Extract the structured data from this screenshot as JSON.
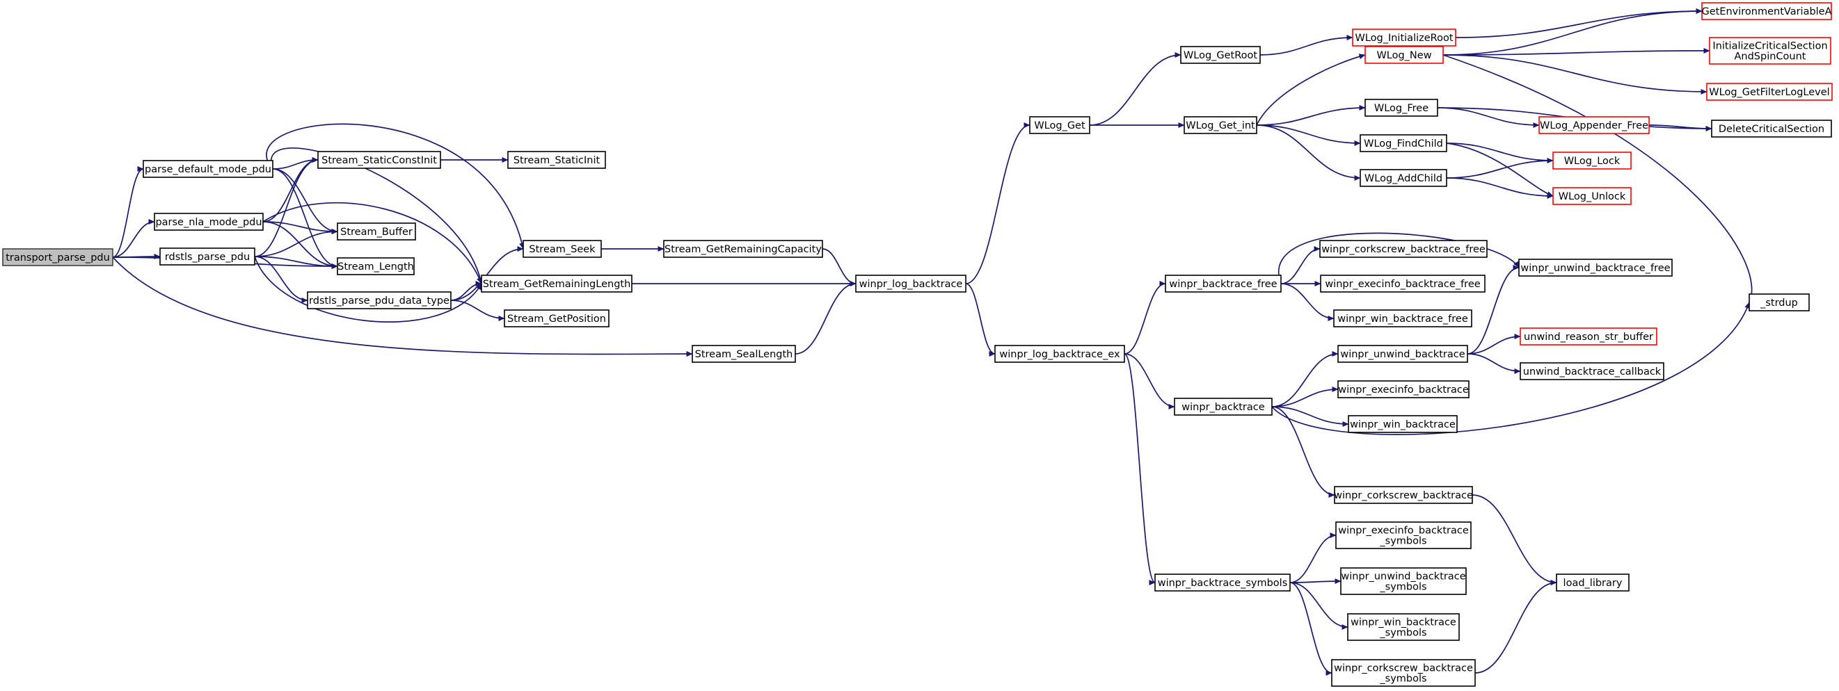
{
  "colors": {
    "edge": "#191970",
    "node_border": "#000000",
    "truncated_node_border": "#ff0000",
    "root_fill": "#bfbfbf",
    "background": "#ffffff"
  },
  "nodes": {
    "transport_parse_pdu": {
      "label": "transport_parse_pdu",
      "style": "root"
    },
    "parse_default_mode_pdu": {
      "label": "parse_default_mode_pdu",
      "style": "normal"
    },
    "parse_nla_mode_pdu": {
      "label": "parse_nla_mode_pdu",
      "style": "normal"
    },
    "rdstls_parse_pdu": {
      "label": "rdstls_parse_pdu",
      "style": "normal"
    },
    "rdstls_parse_pdu_data_type": {
      "label": "rdstls_parse_pdu_data_type",
      "style": "normal"
    },
    "Stream_StaticConstInit": {
      "label": "Stream_StaticConstInit",
      "style": "normal"
    },
    "Stream_StaticInit": {
      "label": "Stream_StaticInit",
      "style": "normal"
    },
    "Stream_Buffer": {
      "label": "Stream_Buffer",
      "style": "normal"
    },
    "Stream_Length": {
      "label": "Stream_Length",
      "style": "normal"
    },
    "Stream_Seek": {
      "label": "Stream_Seek",
      "style": "normal"
    },
    "Stream_GetRemainingLength": {
      "label": "Stream_GetRemainingLength",
      "style": "normal"
    },
    "Stream_GetPosition": {
      "label": "Stream_GetPosition",
      "style": "normal"
    },
    "Stream_GetRemainingCapacity": {
      "label": "Stream_GetRemainingCapacity",
      "style": "normal"
    },
    "Stream_SealLength": {
      "label": "Stream_SealLength",
      "style": "normal"
    },
    "winpr_log_backtrace": {
      "label": "winpr_log_backtrace",
      "style": "normal"
    },
    "winpr_log_backtrace_ex": {
      "label": "winpr_log_backtrace_ex",
      "style": "normal"
    },
    "WLog_Get": {
      "label": "WLog_Get",
      "style": "normal"
    },
    "WLog_GetRoot": {
      "label": "WLog_GetRoot",
      "style": "normal"
    },
    "WLog_Get_int": {
      "label": "WLog_Get_int",
      "style": "normal"
    },
    "WLog_InitializeRoot": {
      "label": "WLog_InitializeRoot",
      "style": "red"
    },
    "WLog_New": {
      "label": "WLog_New",
      "style": "red"
    },
    "GetEnvironmentVariableA": {
      "label": "GetEnvironmentVariableA",
      "style": "red"
    },
    "InitializeCriticalSectionAndSpinCount": {
      "label": "InitializeCriticalSection\nAndSpinCount",
      "style": "red"
    },
    "WLog_GetFilterLogLevel": {
      "label": "WLog_GetFilterLogLevel",
      "style": "red"
    },
    "WLog_Free": {
      "label": "WLog_Free",
      "style": "normal"
    },
    "WLog_Appender_Free": {
      "label": "WLog_Appender_Free",
      "style": "red"
    },
    "DeleteCriticalSection": {
      "label": "DeleteCriticalSection",
      "style": "normal"
    },
    "WLog_FindChild": {
      "label": "WLog_FindChild",
      "style": "normal"
    },
    "WLog_AddChild": {
      "label": "WLog_AddChild",
      "style": "normal"
    },
    "WLog_Lock": {
      "label": "WLog_Lock",
      "style": "red"
    },
    "WLog_Unlock": {
      "label": "WLog_Unlock",
      "style": "red"
    },
    "winpr_backtrace_free": {
      "label": "winpr_backtrace_free",
      "style": "normal"
    },
    "winpr_corkscrew_backtrace_free": {
      "label": "winpr_corkscrew_backtrace_free",
      "style": "normal"
    },
    "winpr_execinfo_backtrace_free": {
      "label": "winpr_execinfo_backtrace_free",
      "style": "normal"
    },
    "winpr_win_backtrace_free": {
      "label": "winpr_win_backtrace_free",
      "style": "normal"
    },
    "winpr_unwind_backtrace_free": {
      "label": "winpr_unwind_backtrace_free",
      "style": "normal"
    },
    "_strdup": {
      "label": "_strdup",
      "style": "normal"
    },
    "winpr_backtrace": {
      "label": "winpr_backtrace",
      "style": "normal"
    },
    "winpr_unwind_backtrace": {
      "label": "winpr_unwind_backtrace",
      "style": "normal"
    },
    "unwind_reason_str_buffer": {
      "label": "unwind_reason_str_buffer",
      "style": "red"
    },
    "unwind_backtrace_callback": {
      "label": "unwind_backtrace_callback",
      "style": "normal"
    },
    "winpr_execinfo_backtrace": {
      "label": "winpr_execinfo_backtrace",
      "style": "normal"
    },
    "winpr_win_backtrace": {
      "label": "winpr_win_backtrace",
      "style": "normal"
    },
    "winpr_corkscrew_backtrace": {
      "label": "winpr_corkscrew_backtrace",
      "style": "normal"
    },
    "load_library": {
      "label": "load_library",
      "style": "normal"
    },
    "winpr_backtrace_symbols": {
      "label": "winpr_backtrace_symbols",
      "style": "normal"
    },
    "winpr_execinfo_backtrace_symbols": {
      "label": "winpr_execinfo_backtrace\n_symbols",
      "style": "normal"
    },
    "winpr_unwind_backtrace_symbols": {
      "label": "winpr_unwind_backtrace\n_symbols",
      "style": "normal"
    },
    "winpr_win_backtrace_symbols": {
      "label": "winpr_win_backtrace\n_symbols",
      "style": "normal"
    },
    "winpr_corkscrew_backtrace_symbols": {
      "label": "winpr_corkscrew_backtrace\n_symbols",
      "style": "normal"
    }
  },
  "edges": [
    [
      "transport_parse_pdu",
      "parse_default_mode_pdu"
    ],
    [
      "transport_parse_pdu",
      "parse_nla_mode_pdu"
    ],
    [
      "transport_parse_pdu",
      "rdstls_parse_pdu"
    ],
    [
      "transport_parse_pdu",
      "Stream_Length"
    ],
    [
      "transport_parse_pdu",
      "Stream_SealLength"
    ],
    [
      "parse_default_mode_pdu",
      "Stream_StaticConstInit"
    ],
    [
      "parse_default_mode_pdu",
      "Stream_Buffer"
    ],
    [
      "parse_default_mode_pdu",
      "Stream_Length"
    ],
    [
      "parse_default_mode_pdu",
      "Stream_Seek"
    ],
    [
      "parse_default_mode_pdu",
      "Stream_GetRemainingLength"
    ],
    [
      "parse_nla_mode_pdu",
      "Stream_StaticConstInit"
    ],
    [
      "parse_nla_mode_pdu",
      "Stream_Buffer"
    ],
    [
      "parse_nla_mode_pdu",
      "Stream_Length"
    ],
    [
      "parse_nla_mode_pdu",
      "Stream_GetRemainingLength"
    ],
    [
      "rdstls_parse_pdu",
      "Stream_StaticConstInit"
    ],
    [
      "rdstls_parse_pdu",
      "Stream_Buffer"
    ],
    [
      "rdstls_parse_pdu",
      "Stream_Length"
    ],
    [
      "rdstls_parse_pdu",
      "rdstls_parse_pdu_data_type"
    ],
    [
      "rdstls_parse_pdu",
      "Stream_GetRemainingLength"
    ],
    [
      "rdstls_parse_pdu_data_type",
      "Stream_Seek"
    ],
    [
      "rdstls_parse_pdu_data_type",
      "Stream_GetRemainingLength"
    ],
    [
      "rdstls_parse_pdu_data_type",
      "Stream_GetPosition"
    ],
    [
      "Stream_StaticConstInit",
      "Stream_StaticInit"
    ],
    [
      "Stream_Seek",
      "Stream_GetRemainingCapacity"
    ],
    [
      "Stream_GetRemainingCapacity",
      "winpr_log_backtrace"
    ],
    [
      "Stream_GetRemainingLength",
      "winpr_log_backtrace"
    ],
    [
      "Stream_SealLength",
      "winpr_log_backtrace"
    ],
    [
      "winpr_log_backtrace",
      "WLog_Get"
    ],
    [
      "winpr_log_backtrace",
      "winpr_log_backtrace_ex"
    ],
    [
      "WLog_Get",
      "WLog_GetRoot"
    ],
    [
      "WLog_Get",
      "WLog_Get_int"
    ],
    [
      "WLog_GetRoot",
      "WLog_InitializeRoot"
    ],
    [
      "WLog_InitializeRoot",
      "GetEnvironmentVariableA"
    ],
    [
      "WLog_InitializeRoot",
      "WLog_New"
    ],
    [
      "WLog_Get_int",
      "WLog_New"
    ],
    [
      "WLog_Get_int",
      "WLog_Free"
    ],
    [
      "WLog_Get_int",
      "WLog_FindChild"
    ],
    [
      "WLog_Get_int",
      "WLog_AddChild"
    ],
    [
      "WLog_New",
      "GetEnvironmentVariableA"
    ],
    [
      "WLog_New",
      "InitializeCriticalSectionAndSpinCount"
    ],
    [
      "WLog_New",
      "WLog_GetFilterLogLevel"
    ],
    [
      "WLog_New",
      "_strdup"
    ],
    [
      "WLog_Free",
      "WLog_Appender_Free"
    ],
    [
      "WLog_Free",
      "DeleteCriticalSection"
    ],
    [
      "WLog_Appender_Free",
      "DeleteCriticalSection"
    ],
    [
      "WLog_FindChild",
      "WLog_Lock"
    ],
    [
      "WLog_FindChild",
      "WLog_Unlock"
    ],
    [
      "WLog_AddChild",
      "WLog_Lock"
    ],
    [
      "WLog_AddChild",
      "WLog_Unlock"
    ],
    [
      "winpr_log_backtrace_ex",
      "winpr_backtrace_free"
    ],
    [
      "winpr_log_backtrace_ex",
      "winpr_backtrace"
    ],
    [
      "winpr_log_backtrace_ex",
      "winpr_backtrace_symbols"
    ],
    [
      "winpr_backtrace_free",
      "winpr_corkscrew_backtrace_free"
    ],
    [
      "winpr_backtrace_free",
      "winpr_execinfo_backtrace_free"
    ],
    [
      "winpr_backtrace_free",
      "winpr_win_backtrace_free"
    ],
    [
      "winpr_backtrace_free",
      "winpr_unwind_backtrace_free"
    ],
    [
      "winpr_backtrace",
      "winpr_unwind_backtrace"
    ],
    [
      "winpr_backtrace",
      "winpr_execinfo_backtrace"
    ],
    [
      "winpr_backtrace",
      "winpr_win_backtrace"
    ],
    [
      "winpr_backtrace",
      "winpr_corkscrew_backtrace"
    ],
    [
      "winpr_backtrace",
      "_strdup"
    ],
    [
      "winpr_unwind_backtrace",
      "winpr_unwind_backtrace_free"
    ],
    [
      "winpr_unwind_backtrace",
      "unwind_reason_str_buffer"
    ],
    [
      "winpr_unwind_backtrace",
      "unwind_backtrace_callback"
    ],
    [
      "winpr_corkscrew_backtrace",
      "load_library"
    ],
    [
      "winpr_backtrace_symbols",
      "winpr_execinfo_backtrace_symbols"
    ],
    [
      "winpr_backtrace_symbols",
      "winpr_unwind_backtrace_symbols"
    ],
    [
      "winpr_backtrace_symbols",
      "winpr_win_backtrace_symbols"
    ],
    [
      "winpr_backtrace_symbols",
      "winpr_corkscrew_backtrace_symbols"
    ],
    [
      "winpr_corkscrew_backtrace_symbols",
      "load_library"
    ]
  ]
}
